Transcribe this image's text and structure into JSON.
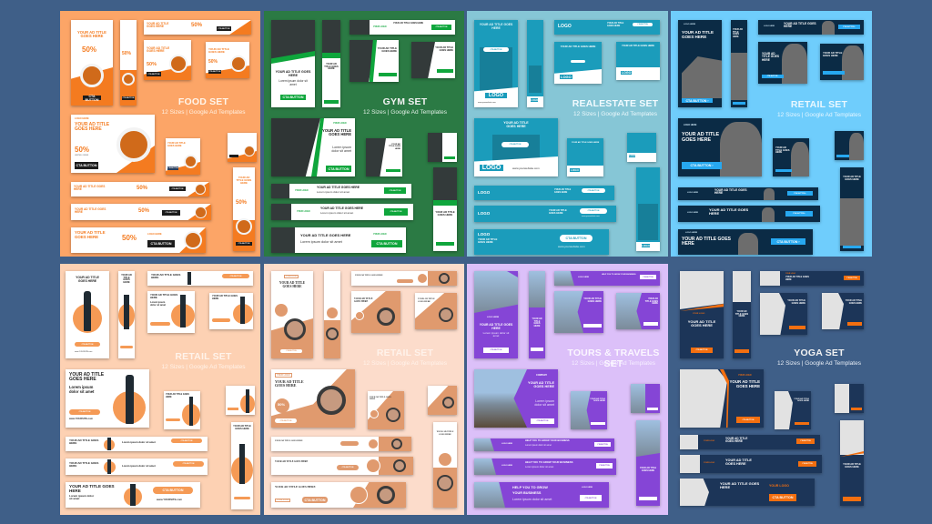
{
  "background_color": "#3f5f88",
  "common": {
    "subtitle": "12 Sizes | Google Ad Templates",
    "ad_title": "YOUR AD TITLE GOES HERE",
    "ad_title_a": "YOUR AD",
    "ad_title_b": "TITLE",
    "ad_title_c": "GOES HERE",
    "ad_title_ab": "YOUR AD TITLE",
    "lorem": "Lorem ipsum dolor sit amet",
    "cta": "CTA BUTTON",
    "cta_arrow": "CTA BUTTON ›",
    "logo": "LOGO",
    "logo_here": "LOGO HERE",
    "your_logo": "YOUR LOGO",
    "company": "COMPANY",
    "website": "www.yourwebsite.com",
    "yoursite": "www.YOURSITE.com",
    "discount": "50%",
    "off": "OFF",
    "limited": "LIMITED OFFER",
    "upto": "UP TO",
    "grow": "HELP YOU TO GROW YOUR BUSINESS",
    "grow_a": "HELP YOU TO GROW",
    "grow_b": "YOUR BUSINESS"
  },
  "sets": [
    {
      "id": "food",
      "title": "FOOD SET",
      "bg": "#fca567",
      "accent": "#f47b20",
      "dark": "#1c1c1c"
    },
    {
      "id": "gym",
      "title": "GYM SET",
      "bg": "#2b7a44",
      "accent": "#0fa63c",
      "dark": "#1a1a1a"
    },
    {
      "id": "realestate",
      "title": "REALESTATE SET",
      "bg": "#86c6d6",
      "accent": "#1b9cbb",
      "dark": "#147a96"
    },
    {
      "id": "retail-camera",
      "title": "RETAIL SET",
      "bg": "#6fcdfc",
      "accent": "#27a8f0",
      "dark": "#0b2b45"
    },
    {
      "id": "retail-wine",
      "title": "RETAIL SET",
      "bg": "#fdd1b3",
      "accent": "#f59a55",
      "dark": "#1c1c1c"
    },
    {
      "id": "retail-watch",
      "title": "RETAIL SET",
      "bg": "#fcdccb",
      "accent": "#e09a6e",
      "dark": "#2b2b2b"
    },
    {
      "id": "tours",
      "title": "TOURS & TRAVELS SET",
      "bg": "#dcc0f9",
      "accent": "#8545d6",
      "dark": "#5e2ca5"
    },
    {
      "id": "yoga",
      "title": "YOGA SET",
      "bg": "#3f5f88",
      "accent": "#f36f10",
      "dark": "#1c3558"
    }
  ]
}
